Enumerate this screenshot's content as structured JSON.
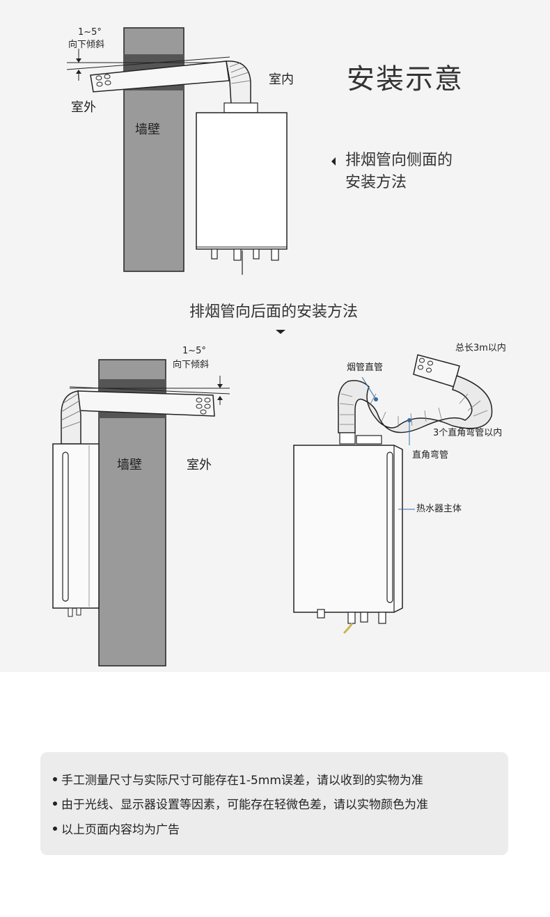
{
  "top_diagram": {
    "title": "安装示意",
    "angle_label": "1~5°",
    "slope_label": "向下倾斜",
    "indoor": "室内",
    "outdoor": "室外",
    "wall": "墙壁",
    "side_method_line1": "排烟管向侧面的",
    "side_method_line2": "安装方法"
  },
  "bottom_diagram": {
    "heading": "排烟管向后面的安装方法",
    "angle_label": "1~5°",
    "slope_label": "向下倾斜",
    "wall": "墙壁",
    "outdoor": "室外",
    "callouts": {
      "total_length": "总长3m以内",
      "straight_pipe": "烟管直管",
      "elbow_count": "3个直角弯管以内",
      "elbow": "直角弯管",
      "heater_body": "热水器主体"
    }
  },
  "notes": [
    "手工测量尺寸与实际尺寸可能存在1-5mm误差，请以收到的实物为准",
    "由于光线、显示器设置等因素，可能存在轻微色差，请以实物颜色为准",
    "以上页面内容均为广告"
  ]
}
